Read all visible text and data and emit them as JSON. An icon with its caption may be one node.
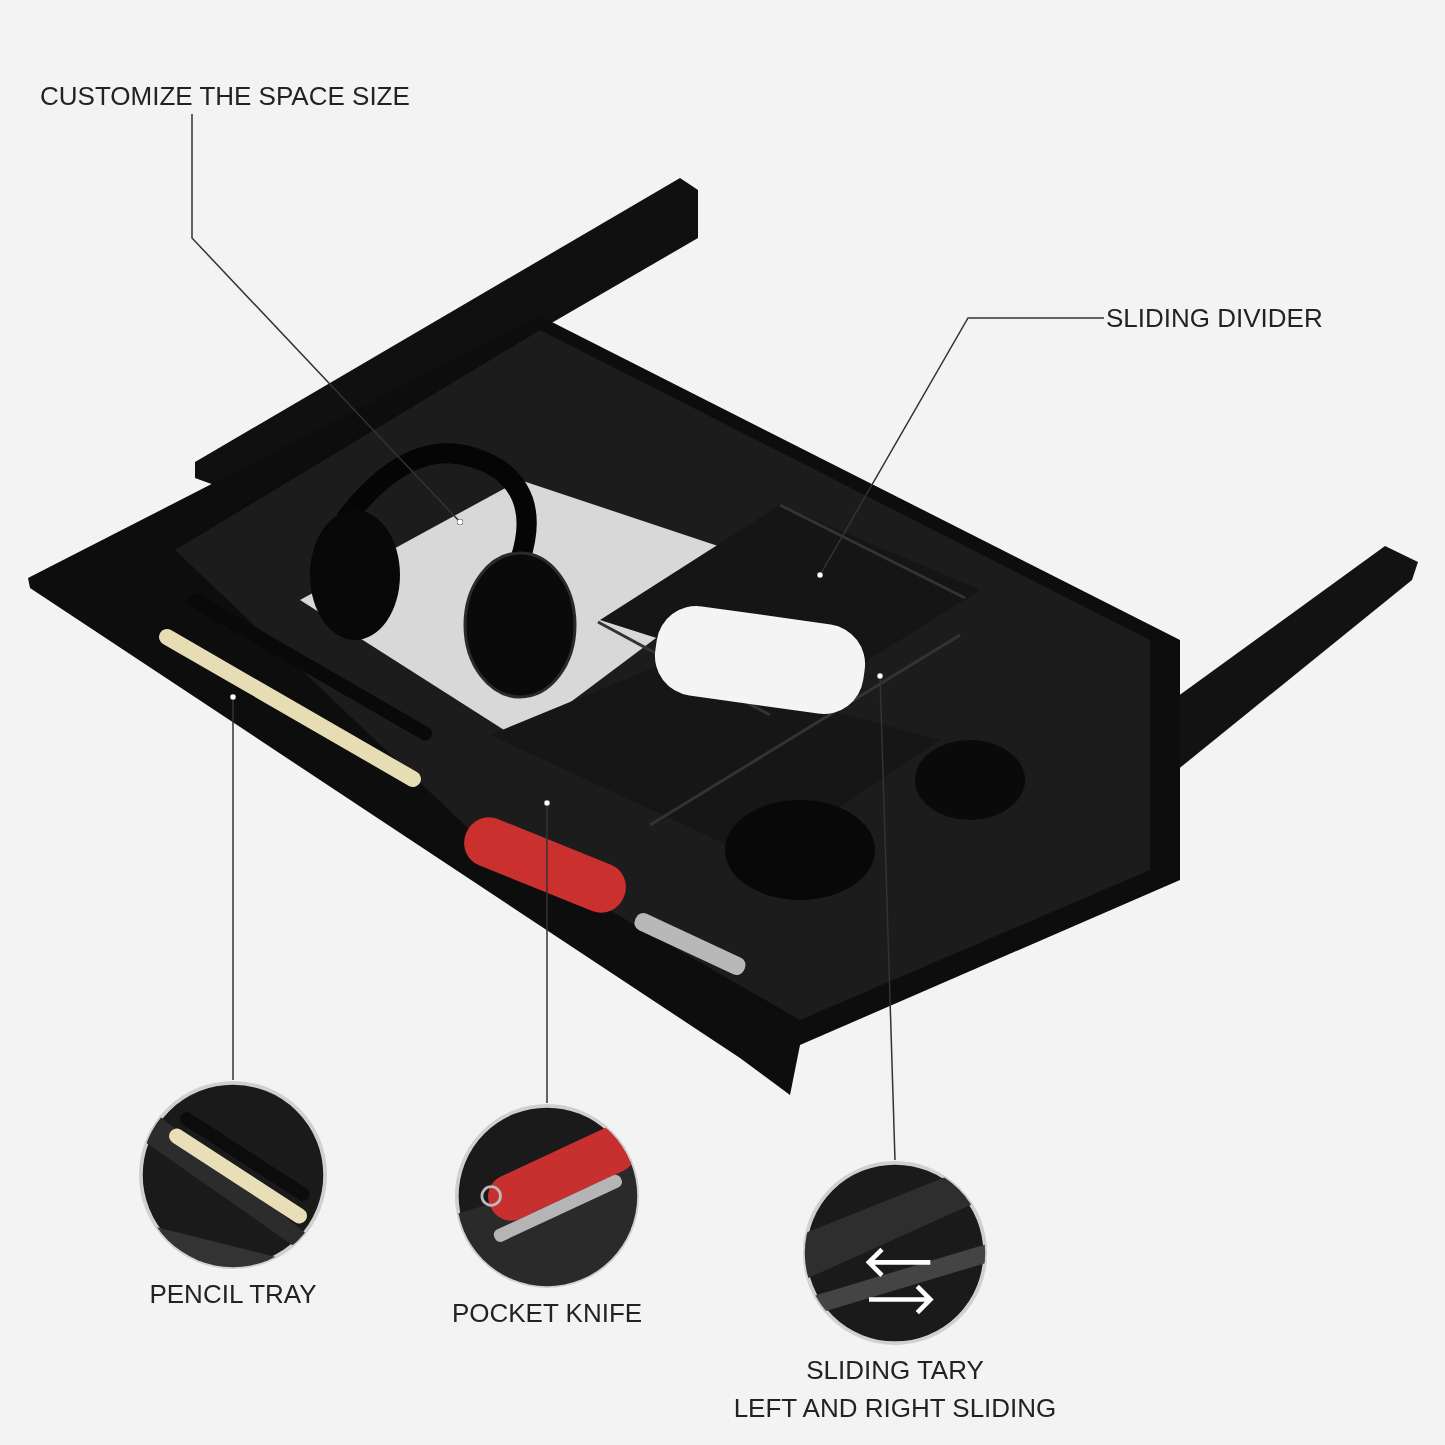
{
  "diagram": {
    "nodes": [
      {
        "text": [
          "CUSTOMIZE THE SPACE SIZE"
        ]
      },
      {
        "text": [
          "SLIDING DIVIDER"
        ]
      },
      {
        "text": [
          "PENCIL TRAY"
        ]
      },
      {
        "text": [
          "POCKET KNIFE"
        ]
      },
      {
        "text": [
          "SLIDING TARY",
          "LEFT AND RIGHT SLIDING"
        ]
      }
    ],
    "edges": [
      {
        "from": 0,
        "to": null,
        "arrow": "other"
      },
      {
        "from": 1,
        "to": null,
        "arrow": "other"
      },
      {
        "from": 2,
        "to": null,
        "arrow": "other"
      },
      {
        "from": 3,
        "to": null,
        "arrow": "other"
      },
      {
        "from": 4,
        "to": null,
        "arrow": "other"
      }
    ]
  }
}
